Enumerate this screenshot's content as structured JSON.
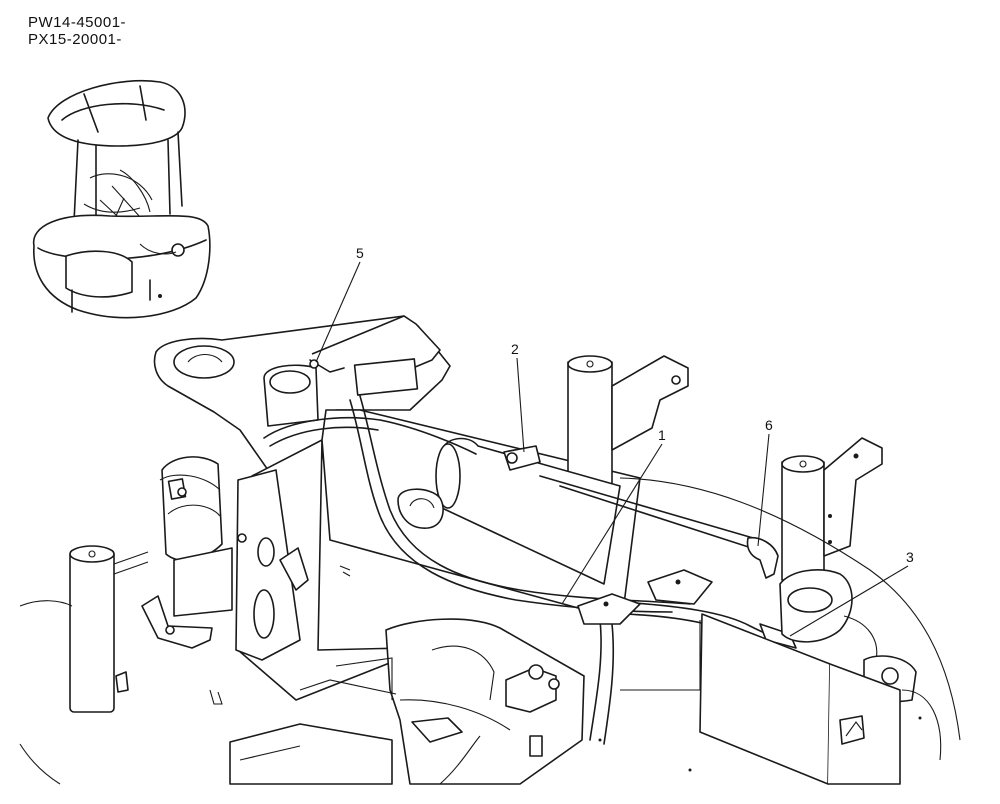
{
  "serial_numbers": [
    "PW14-45001-",
    "PX15-20001-"
  ],
  "callouts": [
    {
      "label": "1"
    },
    {
      "label": "2"
    },
    {
      "label": "3"
    },
    {
      "label": "5"
    },
    {
      "label": "6"
    }
  ]
}
